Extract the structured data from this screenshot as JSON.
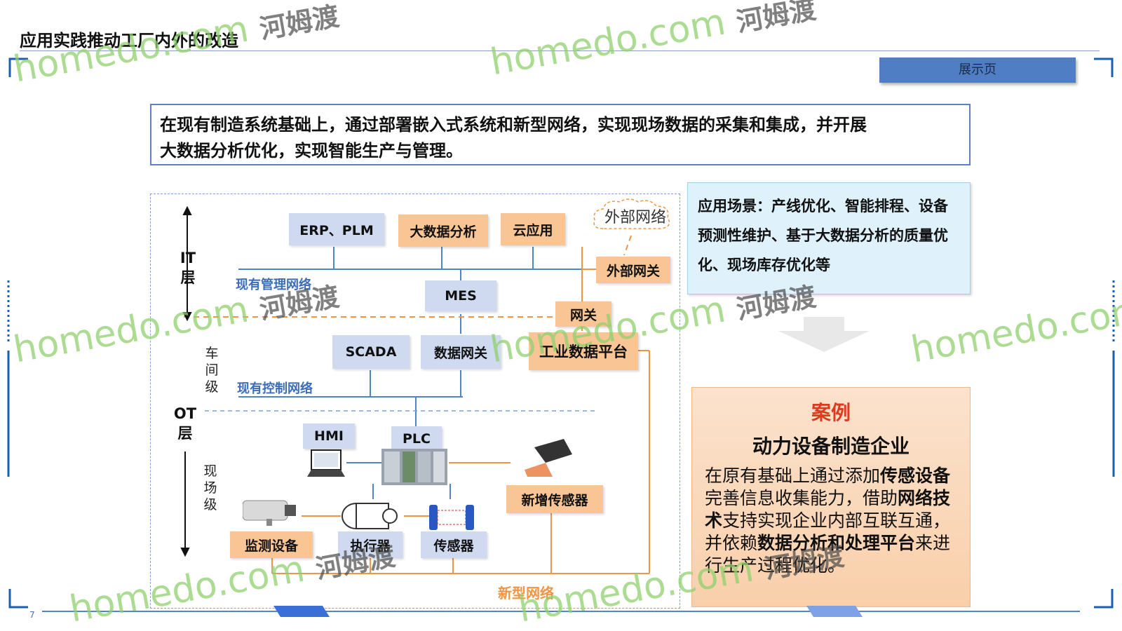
{
  "header": {
    "title": "应用实践推动工厂内外的改造",
    "page_button": "展示页",
    "page_number": "7"
  },
  "summary": {
    "line1": "在现有制造系统基础上，通过部署嵌入式系统和新型网络，实现现场数据的采集和集成，并开展",
    "line2": "大数据分析优化，实现智能生产与管理。"
  },
  "scenario": {
    "text": "应用场景：产线优化、智能排程、设备预测性维护、基于大数据分析的质量优化、现场库存优化等"
  },
  "case": {
    "title": "案例",
    "subtitle": "动力设备制造企业",
    "p1": "在原有基础上通过添加",
    "b1": "传感设备",
    "p2": "完善信息收集能力，借助",
    "b2": "网络技术",
    "p3": "支持实现企业内部互联互通，并依赖",
    "b3": "数据分析和处理平台",
    "p4": "来进行生产过程优化。"
  },
  "diagram": {
    "layers": {
      "it": "IT\n层",
      "ot": "OT\n层",
      "workshop": "车\n间\n级",
      "field": "现\n场\n级"
    },
    "nodes": {
      "erp": "ERP、PLM",
      "bigdata": "大数据分析",
      "cloud": "云应用",
      "external_net": "外部网络",
      "external_gateway": "外部网关",
      "mes": "MES",
      "gateway": "网关",
      "scada": "SCADA",
      "data_gateway": "数据网关",
      "industrial_platform": "工业数据平台",
      "hmi": "HMI",
      "plc": "PLC",
      "new_sensor": "新增传感器",
      "monitor": "监测设备",
      "actuator": "执行器",
      "sensor": "传感器"
    },
    "network_labels": {
      "mgmt": "现有管理网络",
      "control": "现有控制网络",
      "new": "新型网络"
    }
  },
  "watermarks": [
    "homedo.com",
    "河姆渡"
  ],
  "colors": {
    "accent_blue": "#5a82c4",
    "accent_orange": "#f09544",
    "case_title": "#e03a1e"
  }
}
